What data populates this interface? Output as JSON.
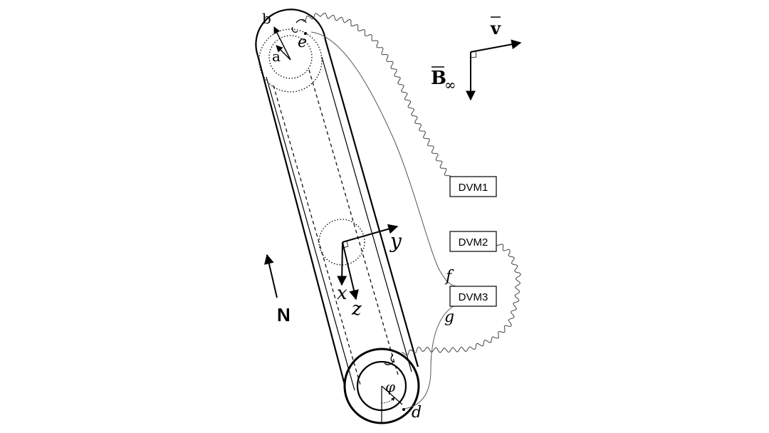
{
  "labels": {
    "b": "b",
    "a": "a",
    "e": "e",
    "d": "d",
    "f": "f",
    "g": "g",
    "phi": "φ",
    "x_axis": "x",
    "y_axis": "y",
    "z_axis": "z",
    "north": "N",
    "velocity": "v",
    "field_B": "B",
    "field_inf": "∞"
  },
  "instruments": {
    "dvm1": "DVM1",
    "dvm2": "DVM2",
    "dvm3": "DVM3"
  }
}
